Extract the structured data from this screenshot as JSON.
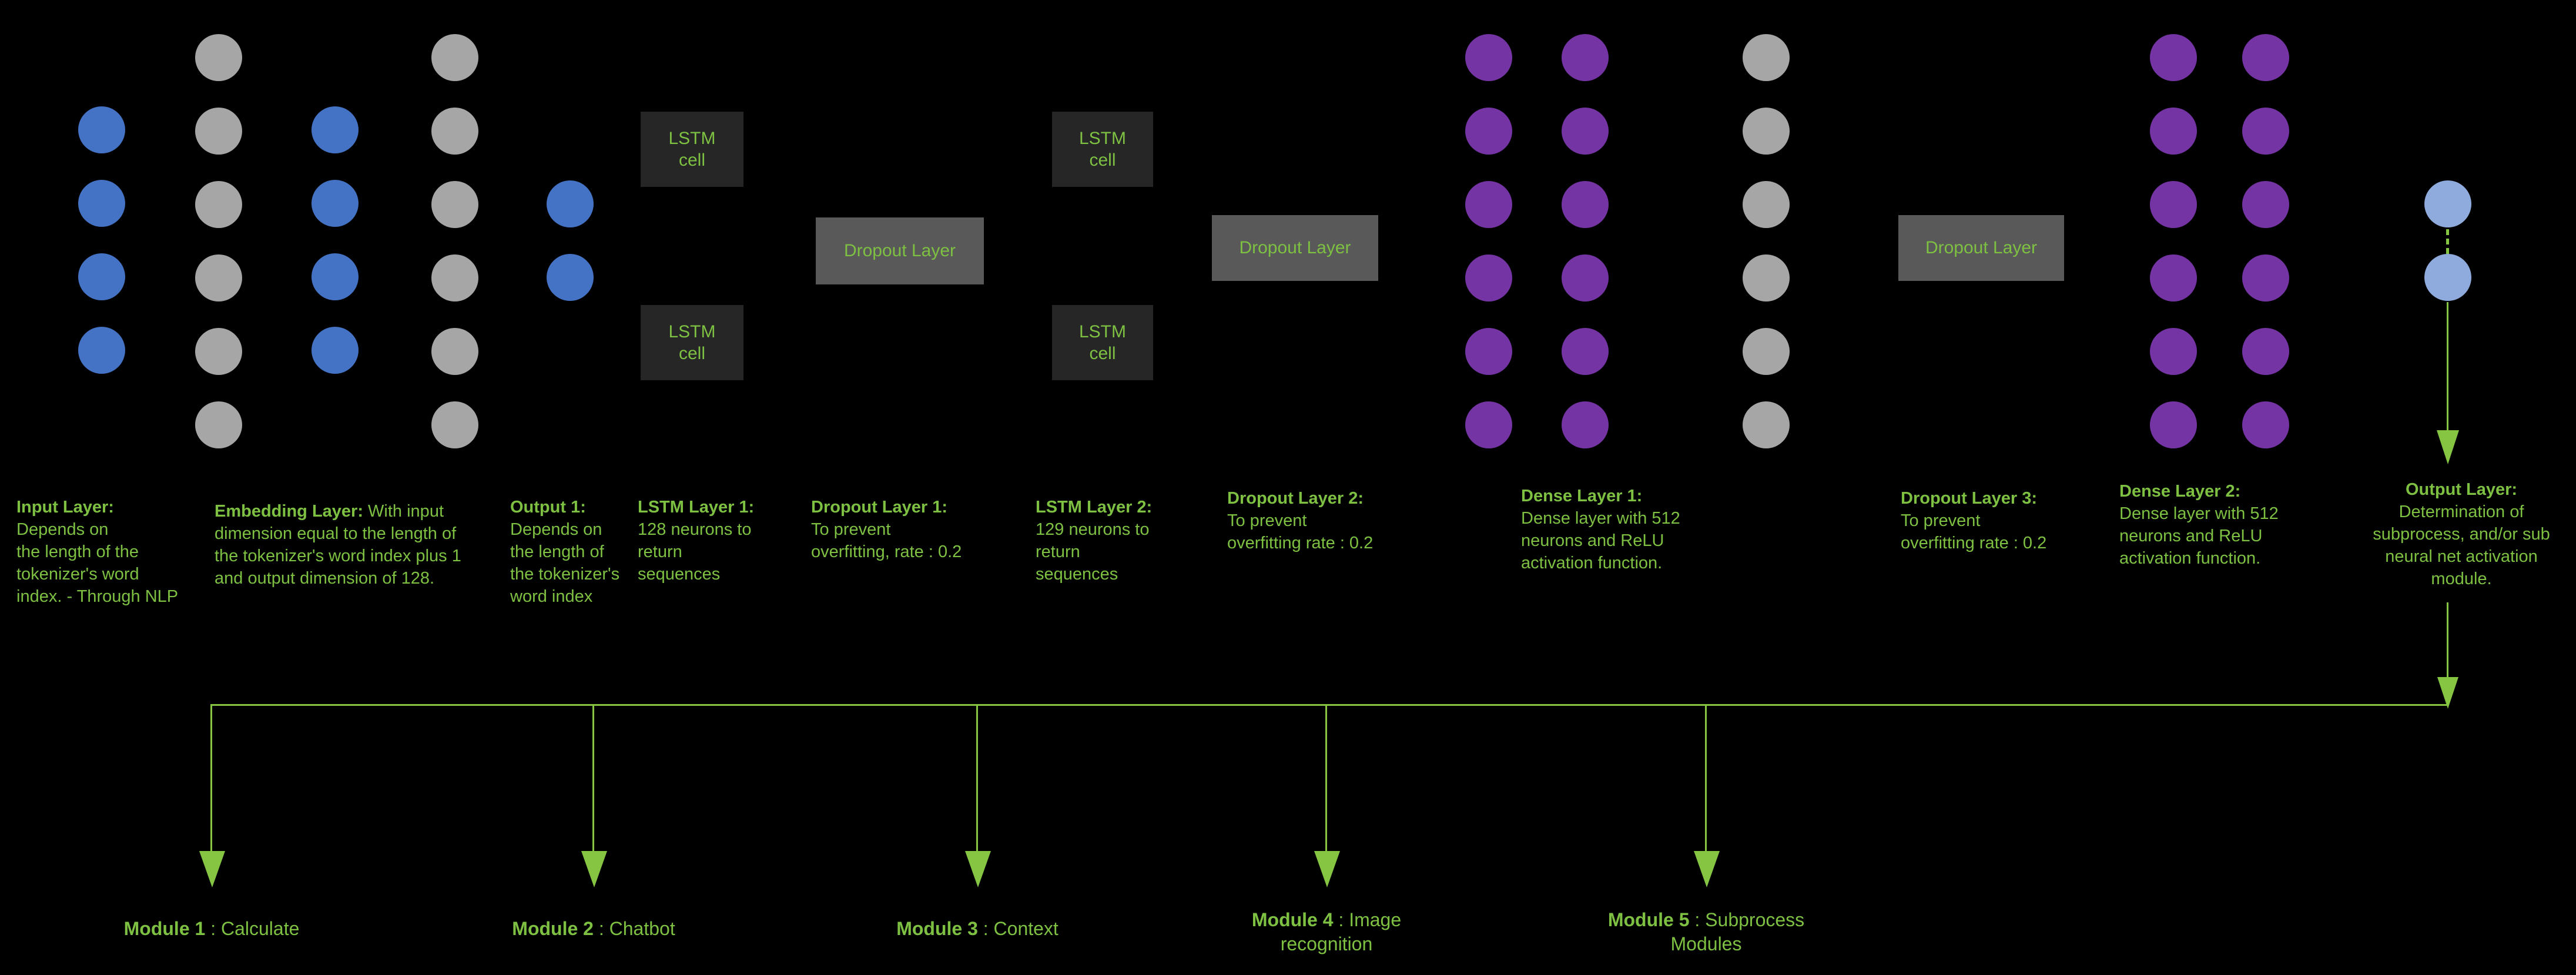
{
  "palette": {
    "background": "#000000",
    "text_green": "#7ec142",
    "line_green": "#85c542",
    "neuron_blue": "#4472c4",
    "neuron_gray": "#a6a6a6",
    "neuron_purple": "#7434a4",
    "neuron_lightblue": "#8faadc",
    "lstm_box_bg": "#262626",
    "dropout_box_bg": "#595959"
  },
  "boxes": {
    "lstm_cell": "LSTM\ncell",
    "dropout": "Dropout Layer"
  },
  "labels": {
    "input": {
      "strong": "Input Layer:",
      "after": "",
      "lines": "Depends on\nthe length of the\ntokenizer's word\nindex. - Through NLP"
    },
    "embedding": {
      "strong": "Embedding Layer:",
      "after": " With input",
      "lines": "dimension equal to the length of\nthe tokenizer's word index plus 1\nand output dimension of 128."
    },
    "output1": {
      "strong": "Output 1:",
      "after": "",
      "lines": "Depends on\nthe length of\nthe tokenizer's\nword index"
    },
    "lstm1": {
      "strong": "LSTM Layer 1:",
      "after": "",
      "lines": "128 neurons to\nreturn\nsequences"
    },
    "dropout1": {
      "strong": "Dropout Layer 1:",
      "after": "",
      "lines": "To prevent\noverfitting, rate : 0.2"
    },
    "lstm2": {
      "strong": "LSTM Layer 2:",
      "after": "",
      "lines": "129 neurons to\nreturn\nsequences"
    },
    "dropout2": {
      "strong": "Dropout Layer 2:",
      "after": "",
      "lines": "To prevent\noverfitting rate : 0.2"
    },
    "dense1": {
      "strong": "Dense Layer 1:",
      "after": "",
      "lines": "Dense layer with 512\nneurons and ReLU\nactivation function."
    },
    "dropout3": {
      "strong": "Dropout Layer 3:",
      "after": "",
      "lines": "To prevent\noverfitting rate : 0.2"
    },
    "dense2": {
      "strong": "Dense Layer 2:",
      "after": "",
      "lines": "Dense layer with 512\nneurons and ReLU\nactivation function."
    },
    "output": {
      "strong": "Output Layer:",
      "after": "",
      "lines": "Determination of\nsubprocess, and/or sub\nneural net activation\nmodule."
    }
  },
  "modules": {
    "m1": {
      "strong": "Module 1",
      "after": " : Calculate"
    },
    "m2": {
      "strong": "Module 2",
      "after": " : Chatbot"
    },
    "m3": {
      "strong": "Module 3",
      "after": " : Context"
    },
    "m4": {
      "strong": "Module 4",
      "after": " : Image\nrecognition"
    },
    "m5": {
      "strong": "Module 5",
      "after": " : Subprocess\nModules"
    }
  }
}
